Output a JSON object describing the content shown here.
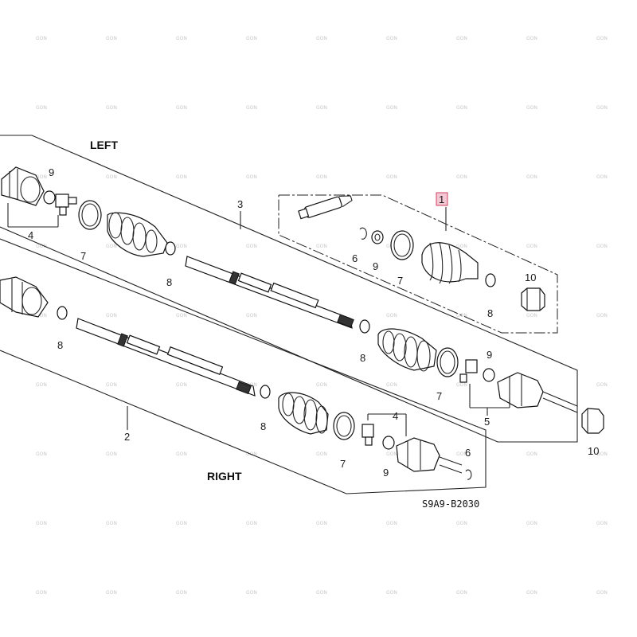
{
  "diagram": {
    "code": "S9A9-B2030",
    "headings": {
      "left": "LEFT",
      "right": "RIGHT"
    },
    "watermark": "GON",
    "callouts": [
      {
        "id": "c1",
        "text": "1",
        "highlight": true
      },
      {
        "id": "c2",
        "text": "2"
      },
      {
        "id": "c3",
        "text": "3"
      },
      {
        "id": "c4a",
        "text": "4"
      },
      {
        "id": "c4b",
        "text": "4"
      },
      {
        "id": "c5",
        "text": "5"
      },
      {
        "id": "c6a",
        "text": "6"
      },
      {
        "id": "c6b",
        "text": "6"
      },
      {
        "id": "c7a",
        "text": "7"
      },
      {
        "id": "c7b",
        "text": "7"
      },
      {
        "id": "c7c",
        "text": "7"
      },
      {
        "id": "c7d",
        "text": "7"
      },
      {
        "id": "c8a",
        "text": "8"
      },
      {
        "id": "c8b",
        "text": "8"
      },
      {
        "id": "c8c",
        "text": "8"
      },
      {
        "id": "c8d",
        "text": "8"
      },
      {
        "id": "c8e",
        "text": "8"
      },
      {
        "id": "c9a",
        "text": "9"
      },
      {
        "id": "c9b",
        "text": "9"
      },
      {
        "id": "c9c",
        "text": "9"
      },
      {
        "id": "c9d",
        "text": "9"
      },
      {
        "id": "c10a",
        "text": "10"
      },
      {
        "id": "c10b",
        "text": "10"
      }
    ],
    "colors": {
      "line": "#222222",
      "highlight": "#d04060",
      "watermark": "#c8c8c8"
    }
  }
}
